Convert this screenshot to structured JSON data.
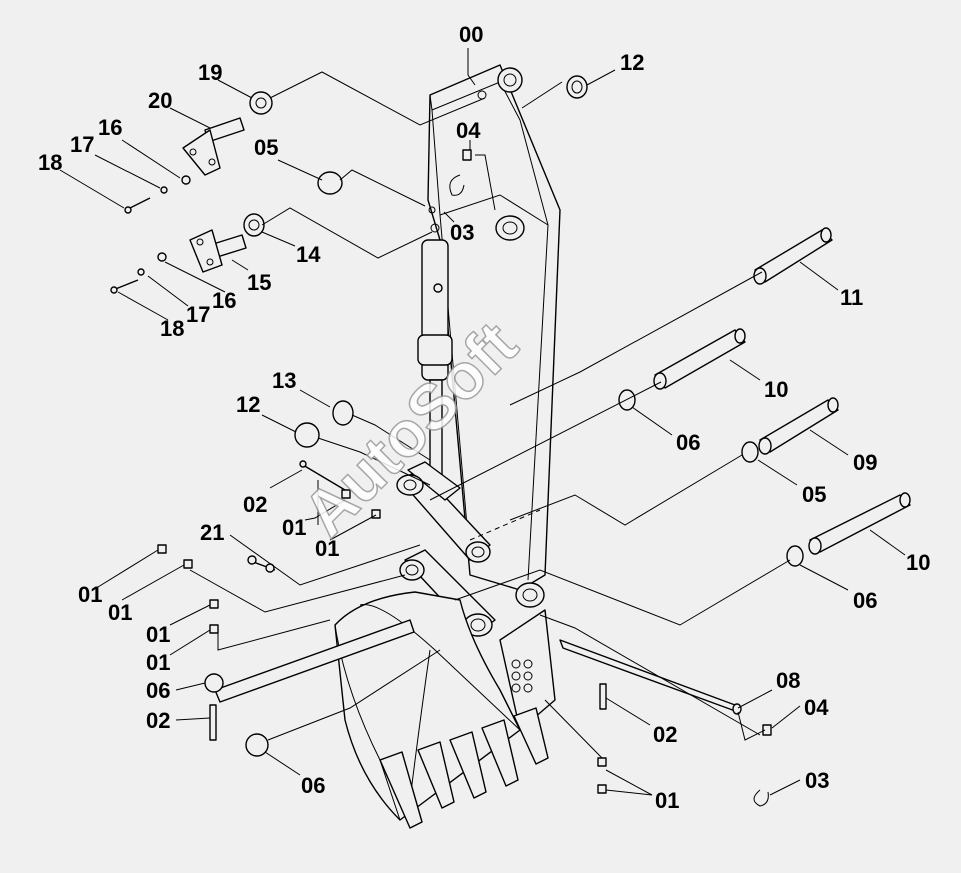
{
  "watermark": "AutoSoft",
  "labels": {
    "l00": "00",
    "l12a": "12",
    "l19": "19",
    "l20": "20",
    "l04a": "04",
    "l16a": "16",
    "l05a": "05",
    "l17a": "17",
    "l18a": "18",
    "l03a": "03",
    "l14": "14",
    "l15": "15",
    "l16b": "16",
    "l17b": "17",
    "l18b": "18",
    "l11": "11",
    "l13": "13",
    "l10a": "10",
    "l12b": "12",
    "l06a": "06",
    "l09": "09",
    "l02a": "02",
    "l05b": "05",
    "l01a": "01",
    "l01b": "01",
    "l21": "21",
    "l10b": "10",
    "l01c": "01",
    "l01d": "01",
    "l06b": "06",
    "l01e": "01",
    "l01f": "01",
    "l06c": "06",
    "l08": "08",
    "l02b": "02",
    "l04b": "04",
    "l02c": "02",
    "l03b": "03",
    "l06d": "06",
    "l01g": "01"
  }
}
